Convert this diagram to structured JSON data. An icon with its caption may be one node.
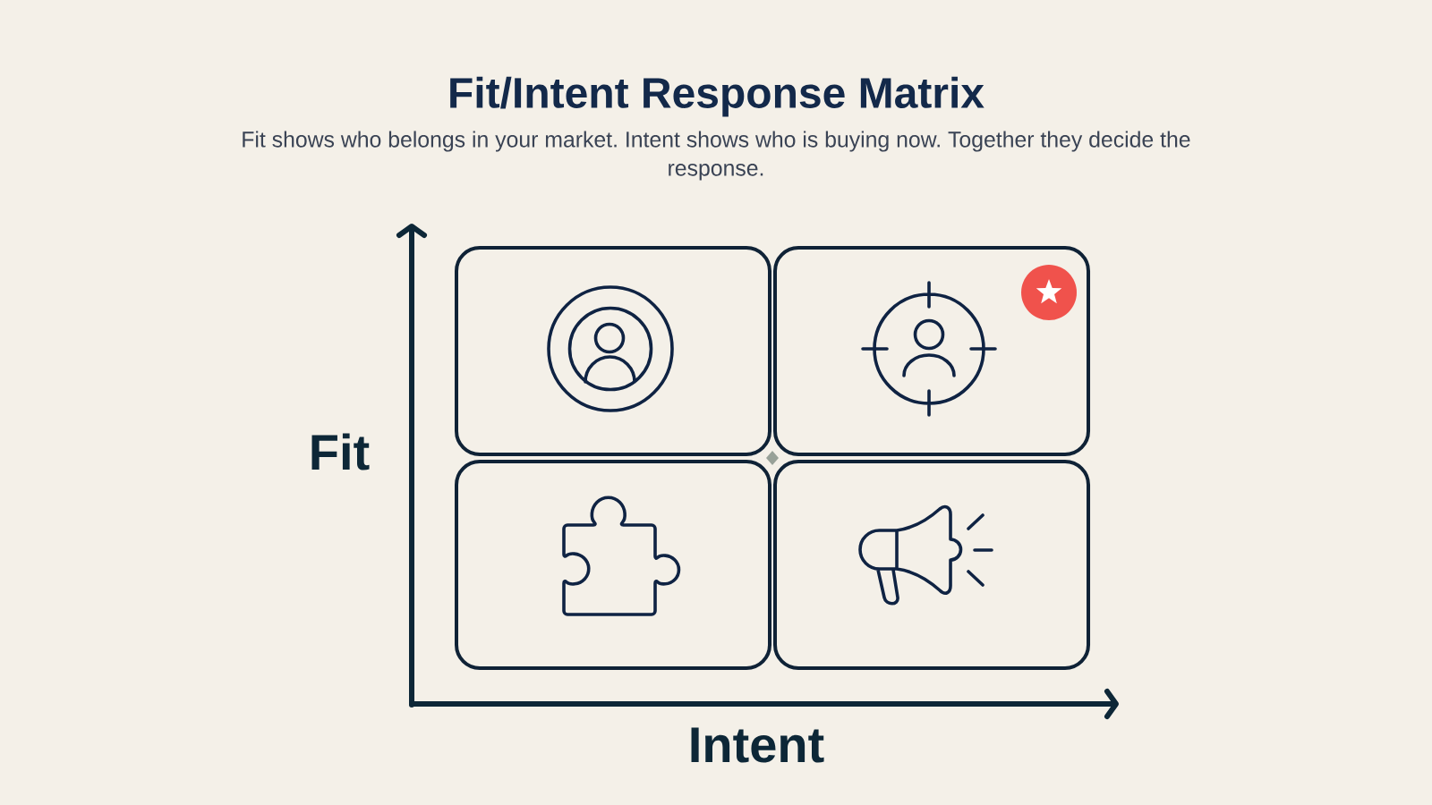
{
  "diagram": {
    "title": "Fit/Intent Response Matrix",
    "nodes": [
      {
        "text": [],
        "shape": "box"
      },
      {
        "text": [],
        "shape": "box"
      },
      {
        "text": [],
        "shape": "box"
      },
      {
        "text": [],
        "shape": "box"
      }
    ],
    "labels": [
      "Fit shows who belongs in your market. Intent shows who is buying now. Together they decide the response.",
      "Fit",
      "Intent"
    ]
  }
}
